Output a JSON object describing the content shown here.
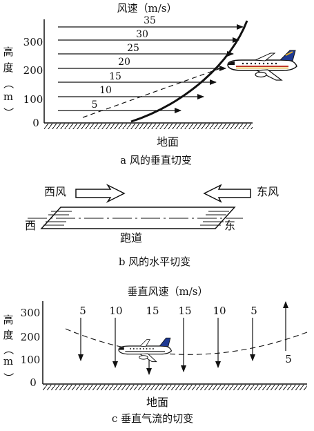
{
  "panel_a": {
    "top_label": "风速（m/s）",
    "y_axis_label": [
      "高",
      "度",
      "（",
      "m",
      "）"
    ],
    "y_ticks": [
      "300",
      "200",
      "100",
      "0"
    ],
    "wind_speeds": [
      "35",
      "30",
      "25",
      "20",
      "15",
      "10",
      "5"
    ],
    "ground_label": "地面",
    "caption": "a  风的垂直切变"
  },
  "panel_b": {
    "west_wind": "西风",
    "east_wind": "东风",
    "west": "西",
    "east": "东",
    "runway": "跑道",
    "caption": "b  风的水平切变"
  },
  "panel_c": {
    "top_label": "垂直风速（m/s）",
    "y_axis_label": [
      "高",
      "度",
      "（",
      "m",
      "）"
    ],
    "y_ticks": [
      "300",
      "200",
      "100",
      "0"
    ],
    "speeds": [
      "5",
      "10",
      "15",
      "15",
      "10",
      "5",
      "5"
    ],
    "ground_label": "地面",
    "caption": "c  垂直气流的切变"
  }
}
